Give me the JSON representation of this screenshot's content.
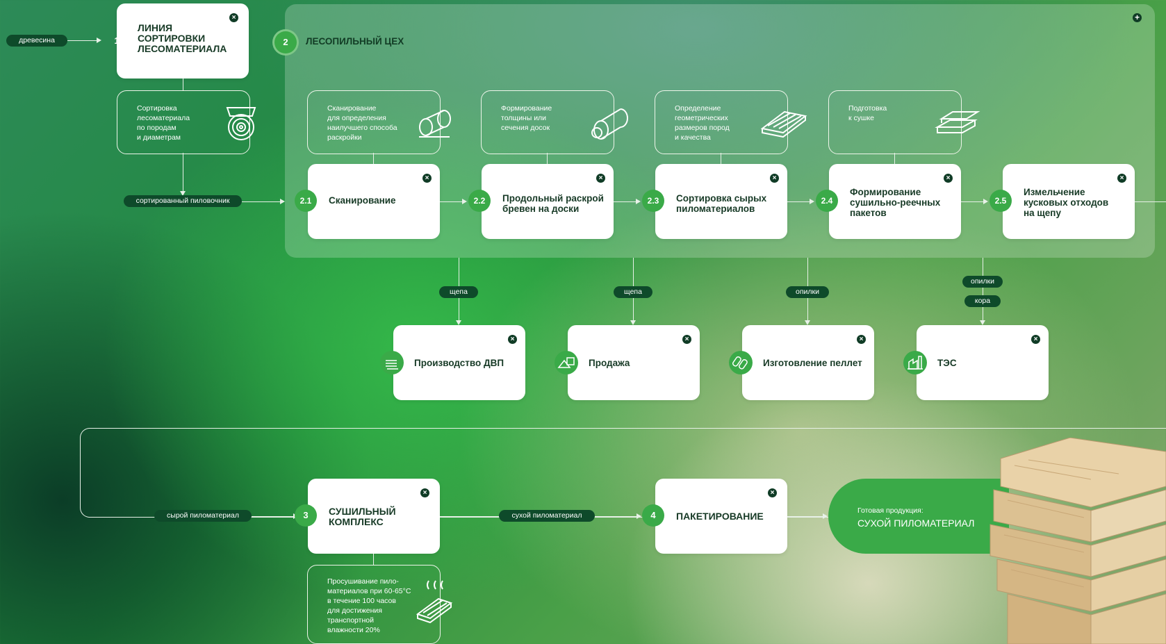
{
  "input": {
    "wood": "древесина"
  },
  "step1": {
    "num": "1",
    "title_lines": [
      "ЛИНИЯ",
      "СОРТИРОВКИ",
      "ЛЕСОМАТЕРИАЛА"
    ],
    "desc_lines": [
      "Сортировка",
      "лесоматериала",
      "по породам",
      "и диаметрам"
    ]
  },
  "flow_sorted": "сортированный пиловочник",
  "step2": {
    "num": "2",
    "title": "ЛЕСОПИЛЬНЫЙ ЦЕХ",
    "plus": "+"
  },
  "descs": [
    {
      "lines": [
        "Сканирование",
        "для определения",
        "наилучшего способа",
        "раскройки"
      ],
      "icon": "logs-scan-icon"
    },
    {
      "lines": [
        "Формирование",
        "толщины или",
        "сечения досок"
      ],
      "icon": "log-saw-icon"
    },
    {
      "lines": [
        "Определение",
        "геометрических",
        "размеров пород",
        "и качества"
      ],
      "icon": "board-measure-icon"
    },
    {
      "lines": [
        "Подготовка",
        "к сушке"
      ],
      "icon": "board-stack-icon"
    }
  ],
  "substeps": [
    {
      "num": "2.1",
      "title_lines": [
        "Сканирование"
      ]
    },
    {
      "num": "2.2",
      "title_lines": [
        "Продольный раскрой",
        "бревен на доски"
      ]
    },
    {
      "num": "2.3",
      "title_lines": [
        "Сортировка сырых",
        "пиломатериалов"
      ]
    },
    {
      "num": "2.4",
      "title_lines": [
        "Формирование",
        "сушильно-реечных",
        "пакетов"
      ]
    },
    {
      "num": "2.5",
      "title_lines": [
        "Измельчение",
        "кусковых отходов",
        "на щепу"
      ]
    }
  ],
  "byproducts": [
    "щепа",
    "щепа",
    "опилки",
    "опилки",
    "кора"
  ],
  "outputs": [
    {
      "title": "Производство ДВП",
      "icon": "fiberboard-icon"
    },
    {
      "title": "Продажа",
      "icon": "sale-icon"
    },
    {
      "title": "Изготовление пеллет",
      "icon": "pellets-icon"
    },
    {
      "title": "ТЭС",
      "icon": "power-plant-icon"
    }
  ],
  "flow_raw": "сырой пиломатериал",
  "step3": {
    "num": "3",
    "title_lines": [
      "СУШИЛЬНЫЙ",
      "КОМПЛЕКС"
    ],
    "desc_lines": [
      "Просушивание пило-",
      "материалов при 60-65°C",
      "в течение 100 часов",
      "для достижения",
      "транспортной",
      "влажности 20%"
    ]
  },
  "flow_dry": "сухой пиломатериал",
  "step4": {
    "num": "4",
    "title": "ПАКЕТИРОВАНИЕ"
  },
  "product": {
    "label": "Готовая продукция:",
    "title": "СУХОЙ ПИЛОМАТЕРИАЛ"
  },
  "close_glyph": "×",
  "colors": {
    "dark_green": "#0e4a2a",
    "accent_green": "#3aaa48",
    "card_text": "#173a26"
  }
}
